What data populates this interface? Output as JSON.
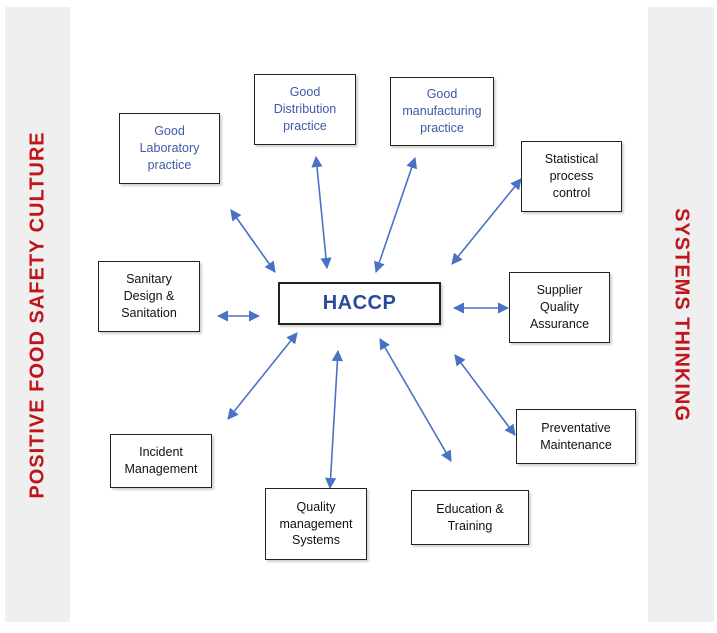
{
  "left_band_label": "POSITIVE FOOD SAFETY CULTURE",
  "right_band_label": "SYSTEMS THINKING",
  "center": "HACCP",
  "nodes": {
    "good_laboratory": "Good\nLaboratory\npractice",
    "good_distribution": "Good\nDistribution\npractice",
    "good_manufacturing": "Good\nmanufacturing\npractice",
    "statistical_process": "Statistical\nprocess\ncontrol",
    "supplier_quality": "Supplier\nQuality\nAssurance",
    "preventative_maintenance": "Preventative\nMaintenance",
    "education_training": "Education &\nTraining",
    "quality_management": "Quality\nmanagement\nSystems",
    "incident_management": "Incident\nManagement",
    "sanitary_design": "Sanitary\nDesign &\nSanitation"
  },
  "colors": {
    "band_background": "#efefef",
    "band_text": "#c0141b",
    "arrow": "#4a72c4",
    "center_text": "#2a4a9a",
    "blue_node_text": "#3d5aa8"
  }
}
